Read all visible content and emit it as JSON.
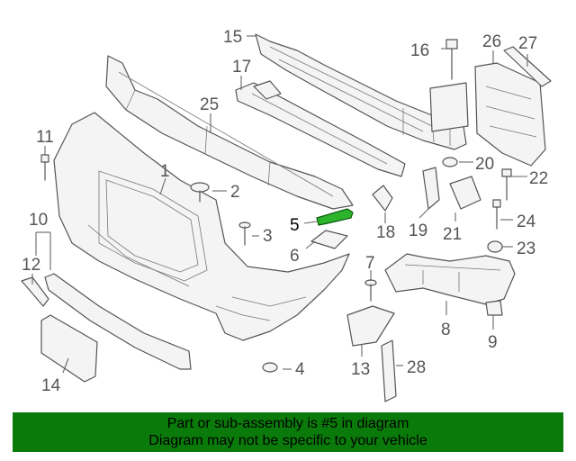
{
  "callouts": {
    "c1": "1",
    "c2": "2",
    "c3": "3",
    "c4": "4",
    "c5": "5",
    "c6": "6",
    "c7": "7",
    "c8": "8",
    "c9": "9",
    "c10": "10",
    "c11": "11",
    "c12": "12",
    "c13": "13",
    "c14": "14",
    "c15": "15",
    "c16": "16",
    "c17": "17",
    "c18": "18",
    "c19": "19",
    "c20": "20",
    "c21": "21",
    "c22": "22",
    "c23": "23",
    "c24": "24",
    "c25": "25",
    "c26": "26",
    "c27": "27",
    "c28": "28"
  },
  "highlight_callout": "5",
  "highlight_color": "#2db42d",
  "banner": {
    "line1": "Part or sub-assembly is #5 in diagram",
    "line2": "Diagram may not be specific to your vehicle",
    "background": "#0a7a0a"
  }
}
